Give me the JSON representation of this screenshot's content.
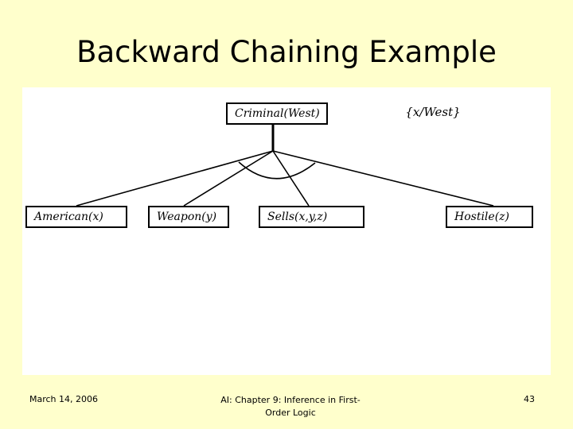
{
  "slide": {
    "title": "Backward Chaining Example",
    "background_color": "#ffffcc",
    "figure_background_color": "#ffffff",
    "line_color": "#000000"
  },
  "diagram": {
    "root": {
      "label": "Criminal(West)"
    },
    "substitution": "{x/West}",
    "leaves": [
      {
        "label": "American(x)"
      },
      {
        "label": "Weapon(y)"
      },
      {
        "label": "Sells(x,y,z)"
      },
      {
        "label": "Hostile(z)"
      }
    ]
  },
  "footer": {
    "date": "March 14, 2006",
    "center_line1": "AI: Chapter 9: Inference in First-",
    "center_line2": "Order Logic",
    "page_number": "43"
  }
}
